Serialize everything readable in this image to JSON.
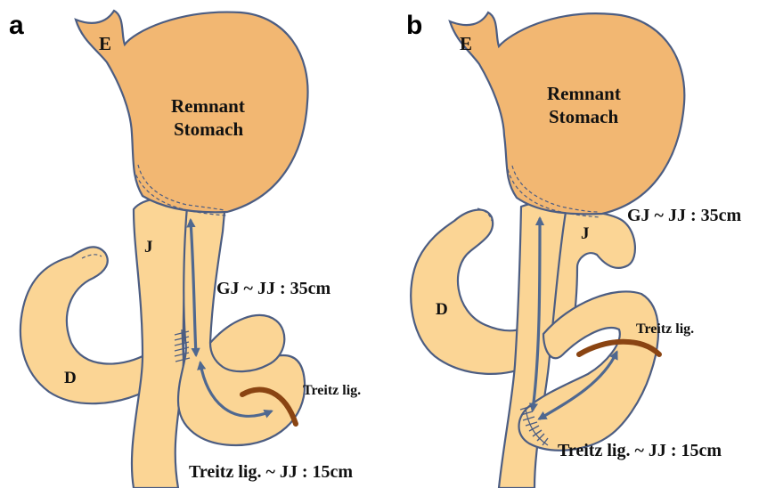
{
  "panels": [
    {
      "letter": "a",
      "labels": {
        "esophagus": "E",
        "stomach_line1": "Remnant",
        "stomach_line2": "Stomach",
        "jejunum": "J",
        "duodenum": "D",
        "gj_jj": "GJ ~ JJ : 35cm",
        "treitz": "Treitz lig.",
        "treitz_jj": "Treitz lig. ~ JJ : 15cm"
      }
    },
    {
      "letter": "b",
      "labels": {
        "esophagus": "E",
        "stomach_line1": "Remnant",
        "stomach_line2": "Stomach",
        "jejunum": "J",
        "duodenum": "D",
        "gj_jj": "GJ ~ JJ : 35cm",
        "treitz": "Treitz lig.",
        "treitz_jj": "Treitz lig. ~ JJ : 15cm"
      }
    }
  ],
  "colors": {
    "stomach": "#f2b772",
    "bowel": "#fbd595",
    "outline": "#4c5d82",
    "arrow": "#4f6890",
    "ligament": "#8a4412"
  }
}
